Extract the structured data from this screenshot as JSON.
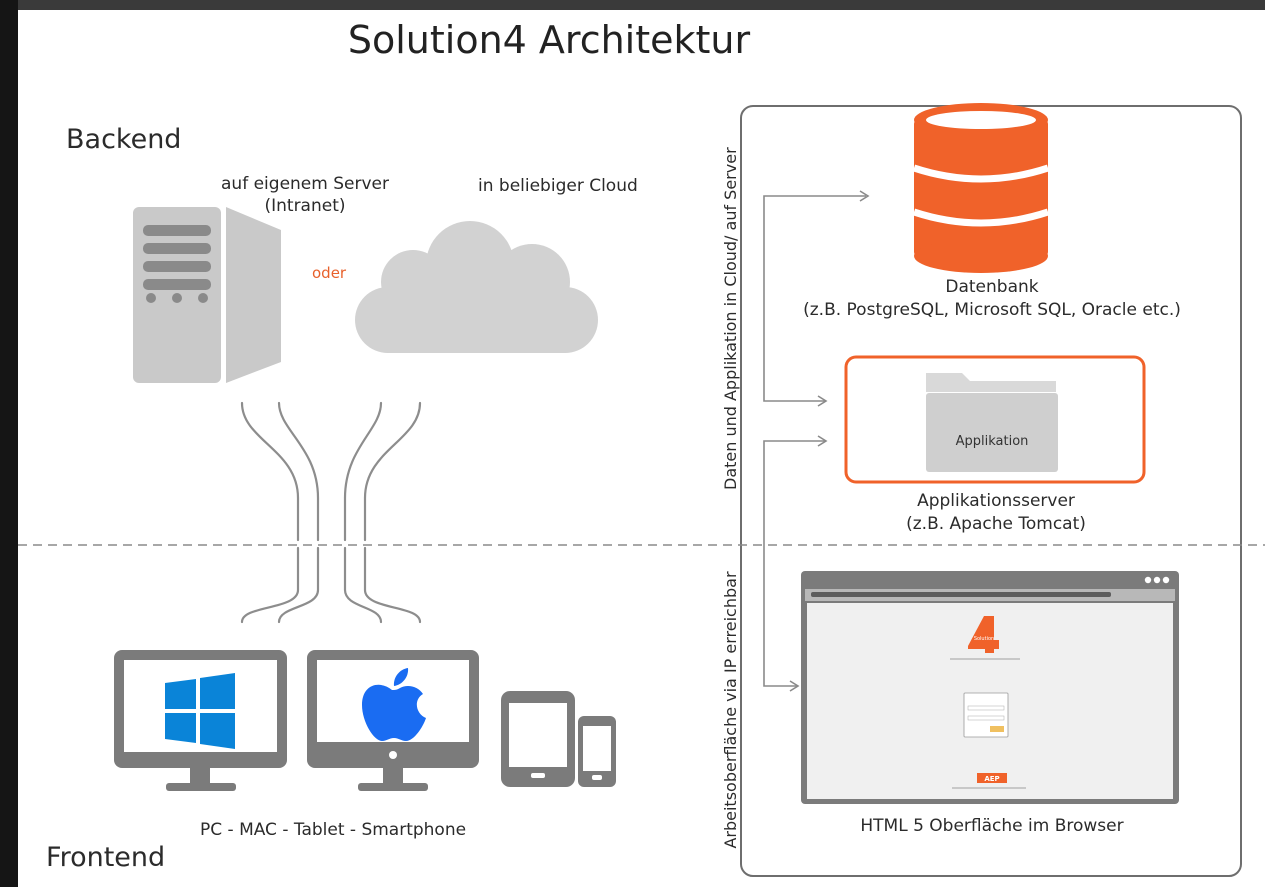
{
  "title": "Solution4 Architektur",
  "backend_label": "Backend",
  "frontend_label": "Frontend",
  "server_label": "auf eigenem Server\n(Intranet)",
  "server_label_line1": "auf eigenem Server",
  "server_label_line2": "(Intranet)",
  "cloud_label": "in beliebiger Cloud",
  "or_label": "oder",
  "devices_label": "PC - MAC - Tablet - Smartphone",
  "database": {
    "title": "Datenbank",
    "subtitle": "(z.B. PostgreSQL, Microsoft SQL, Oracle etc.)"
  },
  "app_folder_label": "Applikation",
  "app_server": {
    "title": "Applikationsserver",
    "subtitle": "(z.B. Apache Tomcat)"
  },
  "html_label": "HTML 5 Oberfläche im Browser",
  "vertical_top": "Daten und Applikation in Cloud/ auf Server",
  "vertical_bottom": "Arbeitsoberfläche via IP erreichbar",
  "logo_text": "Solution",
  "logo_number": "4",
  "footer_logo": "AEP",
  "colors": {
    "accent": "#f0622a",
    "gray": "#c9c9c9",
    "dark_gray": "#7b7b7b",
    "windows_blue": "#0a84d8",
    "apple_blue": "#1a6cf2"
  },
  "icons": [
    "server-icon",
    "cloud-icon",
    "database-icon",
    "folder-icon",
    "browser-window-icon",
    "windows-logo-icon",
    "apple-logo-icon",
    "tablet-icon",
    "smartphone-icon",
    "monitor-icon"
  ]
}
